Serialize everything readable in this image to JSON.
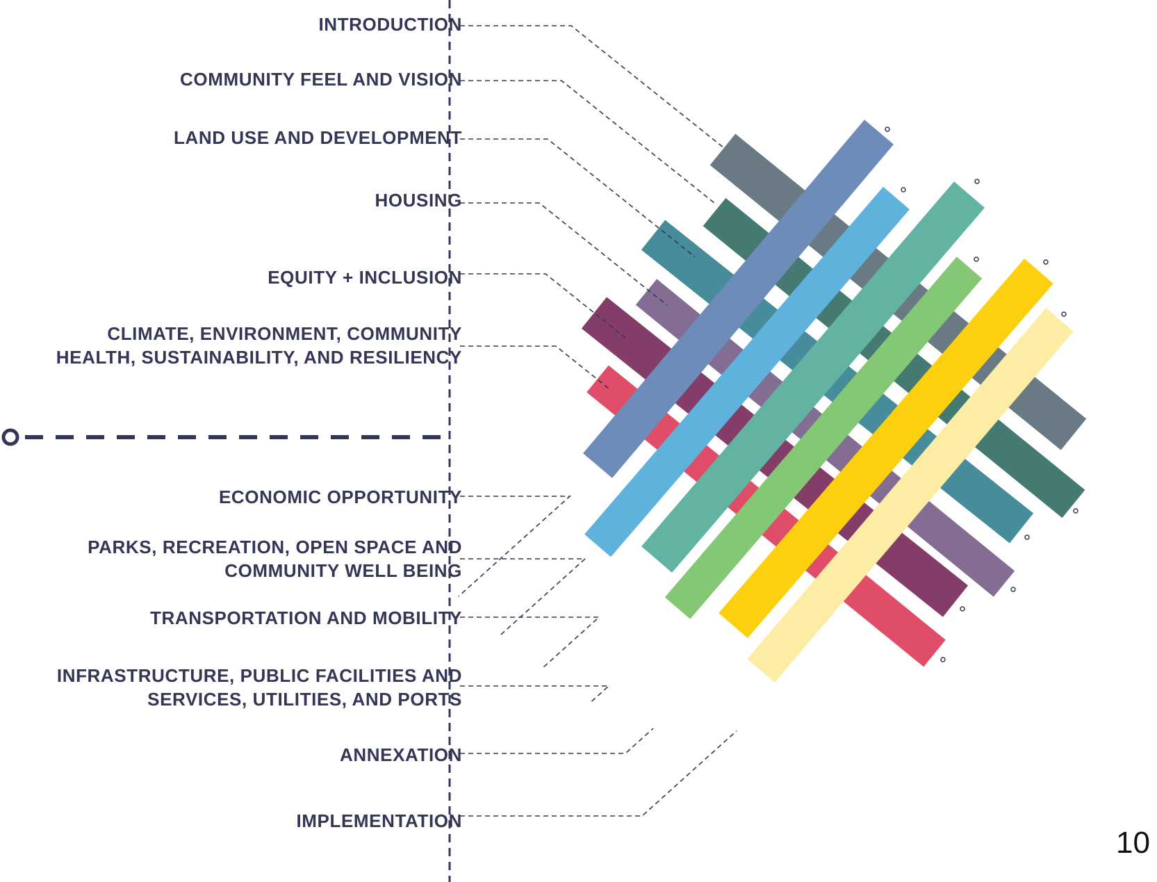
{
  "chapters": [
    {
      "id": "introduction",
      "lines": [
        "INTRODUCTION"
      ],
      "color": "#697a84"
    },
    {
      "id": "community-feel",
      "lines": [
        "COMMUNITY FEEL AND VISION"
      ],
      "color": "#457a72"
    },
    {
      "id": "land-use",
      "lines": [
        "LAND USE AND DEVELOPMENT"
      ],
      "color": "#478c9a"
    },
    {
      "id": "housing",
      "lines": [
        "HOUSING"
      ],
      "color": "#836d93"
    },
    {
      "id": "equity",
      "lines": [
        "EQUITY + INCLUSION"
      ],
      "color": "#843c68"
    },
    {
      "id": "climate",
      "lines": [
        "CLIMATE, ENVIRONMENT, COMMUNITY",
        "HEALTH, SUSTAINABILITY, AND RESILIENCY"
      ],
      "color": "#e04d68"
    },
    {
      "id": "economic",
      "lines": [
        "ECONOMIC OPPORTUNITY"
      ],
      "color": "#6e8cba"
    },
    {
      "id": "parks",
      "lines": [
        "PARKS, RECREATION, OPEN SPACE AND",
        "COMMUNITY WELL BEING"
      ],
      "color": "#5fb2db"
    },
    {
      "id": "transportation",
      "lines": [
        "TRANSPORTATION AND MOBILITY"
      ],
      "color": "#63b3a2"
    },
    {
      "id": "infrastructure",
      "lines": [
        "INFRASTRUCTURE, PUBLIC FACILITIES AND",
        "SERVICES, UTILITIES, AND PORTS"
      ],
      "color": "#84c774"
    },
    {
      "id": "annexation",
      "lines": [
        "ANNEXATION"
      ],
      "color": "#fccf0f"
    },
    {
      "id": "implementation",
      "lines": [
        "IMPLEMENTATION"
      ],
      "color": "#fdeca3"
    }
  ],
  "colors": {
    "text": "#343656",
    "divider": "#343656",
    "leader": "#343656",
    "light_blue_extra": "#97abc8"
  },
  "page_number": "10"
}
